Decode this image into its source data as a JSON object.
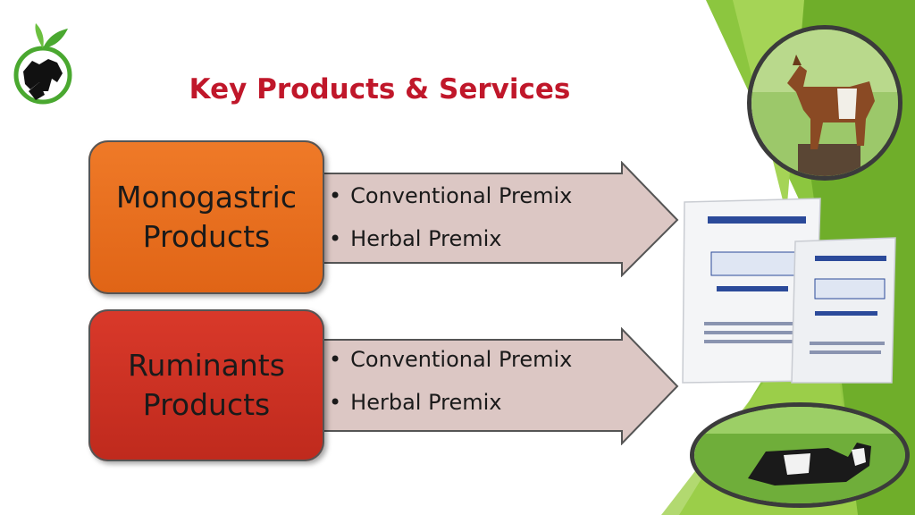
{
  "title": "Key Products & Services",
  "rows": [
    {
      "box_lines": [
        "Monogastric",
        "Products"
      ],
      "bullets": [
        "Conventional Premix",
        "Herbal Premix"
      ],
      "box_color": "#e8711f"
    },
    {
      "box_lines": [
        "Ruminants",
        "Products"
      ],
      "bullets": [
        "Conventional Premix",
        "Herbal Premix"
      ],
      "box_color": "#cc3324"
    }
  ],
  "colors": {
    "title": "#c0172a",
    "arrow_fill": "#dcc7c4",
    "accent_green": "#8cc63f"
  },
  "icons": {
    "logo": "goat-cow-leaf-logo",
    "top_photo": "goat-photo",
    "bottom_photo": "cow-photo",
    "product": "feed-bag-image"
  }
}
